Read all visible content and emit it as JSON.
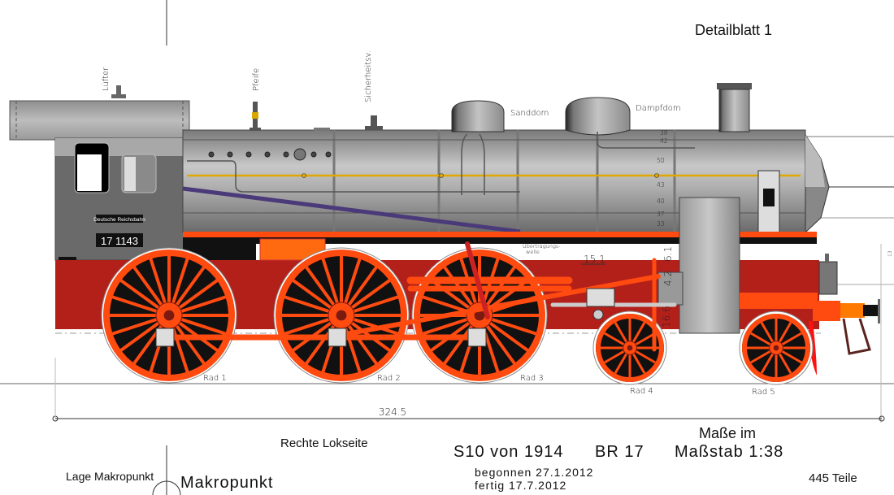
{
  "sheet": {
    "title": "Detailblatt 1",
    "side": "Rechte Lokseite",
    "model": "S10 von 1914",
    "class": "BR 17",
    "dims_line1": "Maße im",
    "dims_line2": "Maßstab 1:38",
    "started": "begonnen 27.1.2012",
    "finished": "fertig 17.7.2012",
    "parts": "445 Teile",
    "macro_label": "Lage Makropunkt",
    "macro_title": "Makropunkt"
  },
  "labels": {
    "luefter": "Lüfter",
    "pfeife": "Pfeife",
    "sicherheitsv": "Sicherheitsv.",
    "sanddom": "Sanddom",
    "dampfdom": "Dampfdom",
    "uebertragung1": "Übertragungs-",
    "uebertragung2": "welle",
    "operator": "Deutsche Reichsbahn",
    "number": "17 1143"
  },
  "boiler_marks": [
    "38",
    "42",
    "50",
    "43",
    "40",
    "37",
    "33"
  ],
  "dimensions": {
    "overall": "324.5",
    "d1": "15.1",
    "d2": "6.1",
    "d3": "4.2",
    "d4": "16.6",
    "d5": "13"
  },
  "wheels": [
    "Rad 1",
    "Rad 2",
    "Rad 3",
    "Rad 4",
    "Rad 5"
  ],
  "colors": {
    "frame": "#b3201a",
    "orange": "#ff4a10",
    "boiler": "#a8a8a8",
    "cab": "#6a6a6a",
    "pipe": "#e0a800",
    "rod": "#4a3a7a"
  }
}
